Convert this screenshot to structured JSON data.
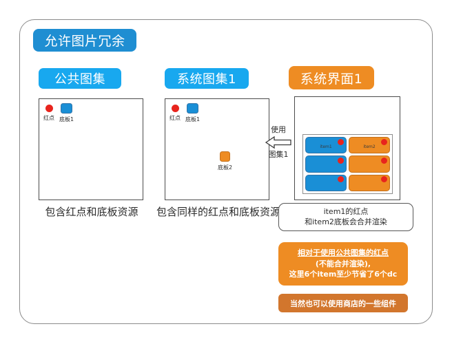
{
  "title_badge": {
    "label": "允许图片冗余"
  },
  "columns": {
    "public_atlas": {
      "badge": "公共图集",
      "legend": [
        {
          "icon": "red-dot",
          "label": "红点"
        },
        {
          "icon": "blue-panel",
          "label": "底板1"
        }
      ],
      "caption": "包含红点和底板资源"
    },
    "system_atlas": {
      "badge": "系统图集1",
      "legend": [
        {
          "icon": "red-dot",
          "label": "红点"
        },
        {
          "icon": "blue-panel",
          "label": "底板1"
        }
      ],
      "extra_sprite": {
        "icon": "orange-panel",
        "label": "底板2"
      },
      "caption": "包含同样的红点和底板资源"
    },
    "system_ui": {
      "badge": "系统界面1",
      "grid": [
        {
          "type": "blue",
          "label": "item1",
          "has_red_dot": true
        },
        {
          "type": "orange",
          "label": "item2",
          "has_red_dot": true
        },
        {
          "type": "blue",
          "label": "",
          "has_red_dot": true
        },
        {
          "type": "orange",
          "label": "",
          "has_red_dot": true
        },
        {
          "type": "blue",
          "label": "",
          "has_red_dot": true
        },
        {
          "type": "orange",
          "label": "",
          "has_red_dot": true
        }
      ]
    }
  },
  "arrow": {
    "label_top": "使用",
    "label_bottom": "图集1",
    "direction": "left"
  },
  "notes": {
    "white": {
      "line1": "item1的红点",
      "line2": "和item2底板会合并渲染"
    },
    "orange": {
      "line1": "相对于使用公共图集的红点",
      "line2": "(不能合并渲染),",
      "line3": "这里6个item至少节省了6个dc"
    },
    "dark_orange": {
      "label": "当然也可以使用商店的一些组件"
    }
  },
  "colors": {
    "title_blue": "#1f8ed2",
    "light_blue": "#18a8ef",
    "orange": "#ee8c23",
    "dark_orange": "#d2762d",
    "red": "#e8241d",
    "panel_blue": "#1a8fd6",
    "frame_gray": "#8a8a8a"
  }
}
